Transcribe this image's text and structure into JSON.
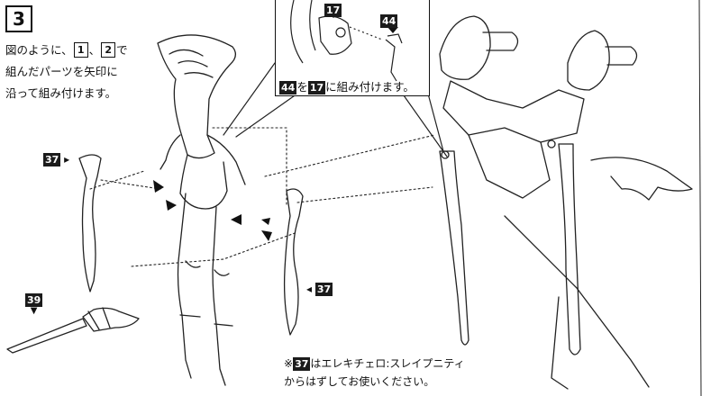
{
  "step": {
    "number": "3"
  },
  "instruction": {
    "line1_pre": "図のように、",
    "part_a": "1",
    "sep": "、",
    "part_b": "2",
    "line1_post": "で",
    "line2": "組んだパーツを矢印に",
    "line3": "沿って組み付けます。"
  },
  "callout": {
    "top_badge": "17",
    "side_badge": "44",
    "caption_part_a": "44",
    "caption_mid": "を",
    "caption_part_b": "17",
    "caption_post": "に組み付けます。"
  },
  "labels": {
    "part_37_left": "37",
    "part_37_right": "37",
    "part_39": "39"
  },
  "footnote": {
    "mark": "※",
    "part": "37",
    "line1": "はエレキチェロ:スレイプニティ",
    "line2": "からはずしてお使いください。"
  }
}
